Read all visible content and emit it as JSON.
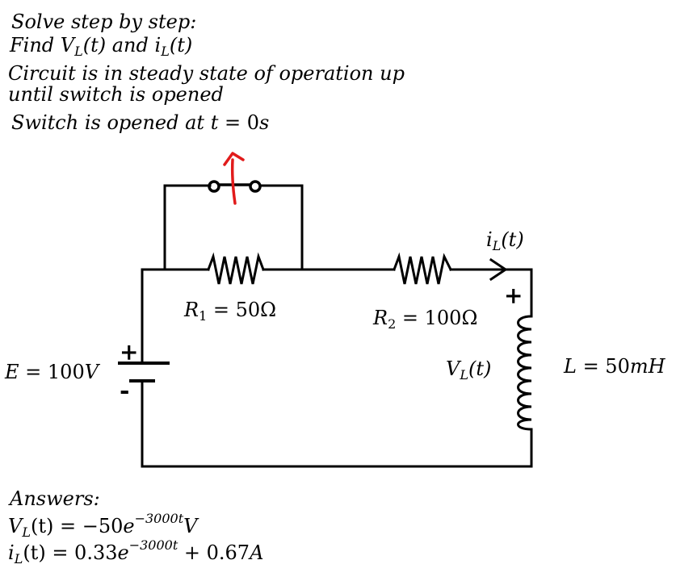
{
  "problem": {
    "line1": "Solve step by step:",
    "line2_prefix": "Find ",
    "line2_var": "V",
    "line2_sub": "L",
    "line2_mid": "(t) and ",
    "line2_var2": "i",
    "line2_sub2": "L",
    "line2_end": "(t)",
    "line3": "Circuit is in steady state of operation up",
    "line4": "until switch is opened",
    "line5_prefix": "Switch is opened at ",
    "line5_var": "t",
    "line5_eq": " = 0",
    "line5_unit": "s"
  },
  "labels": {
    "r1_var": "R",
    "r1_sub": "1",
    "r1_val": " = 50Ω",
    "r2_var": "R",
    "r2_sub": "2",
    "r2_val": " = 100Ω",
    "e_var": "E",
    "e_val": " = 100",
    "e_unit": "V",
    "vl_var": "V",
    "vl_sub": "L",
    "vl_end": "(t)",
    "il_var": "i",
    "il_sub": "L",
    "il_end": "(t)",
    "l_var": "L",
    "l_val": " = 50",
    "l_unit": "mH",
    "plus": "+",
    "minus": "-"
  },
  "answers": {
    "title": "Answers:",
    "a1_var": "V",
    "a1_sub": "L",
    "a1_lhs": "(t) = −50",
    "a1_e": "e",
    "a1_exp": "−3000t",
    "a1_unit": "V",
    "a2_var": "i",
    "a2_sub": "L",
    "a2_lhs": "(t) = 0.33",
    "a2_e": "e",
    "a2_exp": "−3000t",
    "a2_rest": " + 0.67",
    "a2_unit": "A"
  },
  "colors": {
    "wire": "#000000",
    "switch_arrow": "#e11b1b"
  }
}
